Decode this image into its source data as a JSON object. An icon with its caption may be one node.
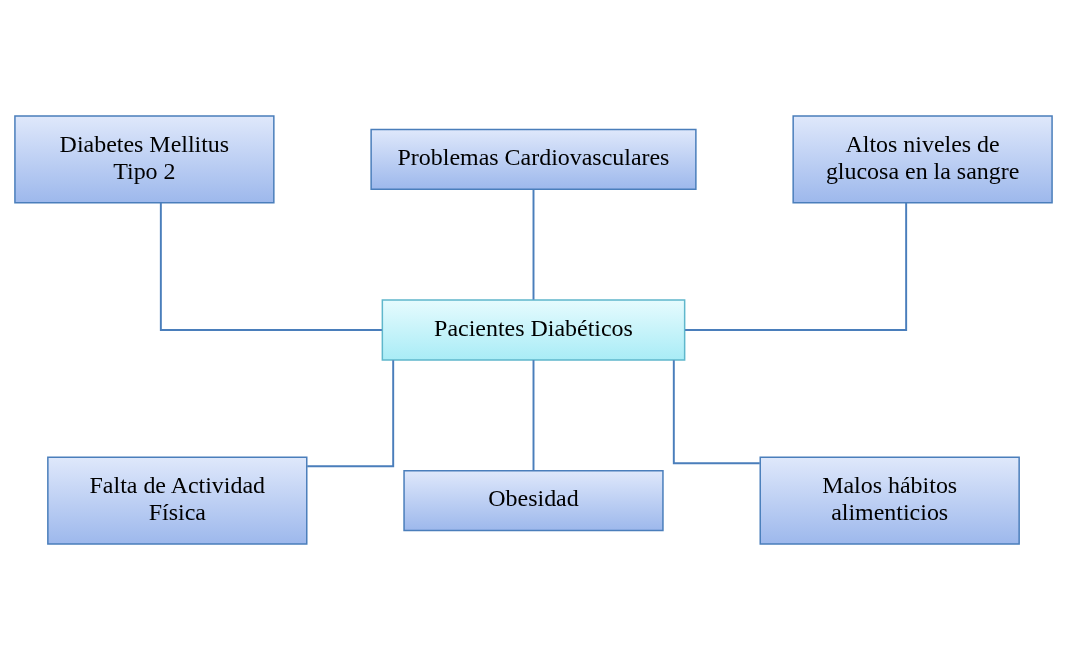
{
  "diagram": {
    "nodes": [
      {
        "text": [
          "Diabetes Mellitus Tipo 2"
        ]
      },
      {
        "text": [
          "Problemas Cardiovasculares"
        ]
      },
      {
        "text": [
          "Altos niveles de glucosa en la sangre"
        ]
      },
      {
        "text": [
          "Pacientes Diabéticos"
        ]
      },
      {
        "text": [
          "Falta de Actividad Física"
        ]
      },
      {
        "text": [
          "Obesidad"
        ]
      },
      {
        "text": [
          "Malos hábitos alimenticios"
        ]
      }
    ],
    "edges": [
      {
        "from": 0,
        "to": 3,
        "arrow": "none"
      },
      {
        "from": 1,
        "to": 3,
        "arrow": "none"
      },
      {
        "from": 2,
        "to": 3,
        "arrow": "none"
      },
      {
        "from": 3,
        "to": 4,
        "arrow": "none"
      },
      {
        "from": 3,
        "to": 5,
        "arrow": "none"
      },
      {
        "from": 3,
        "to": 6,
        "arrow": "none"
      }
    ]
  }
}
